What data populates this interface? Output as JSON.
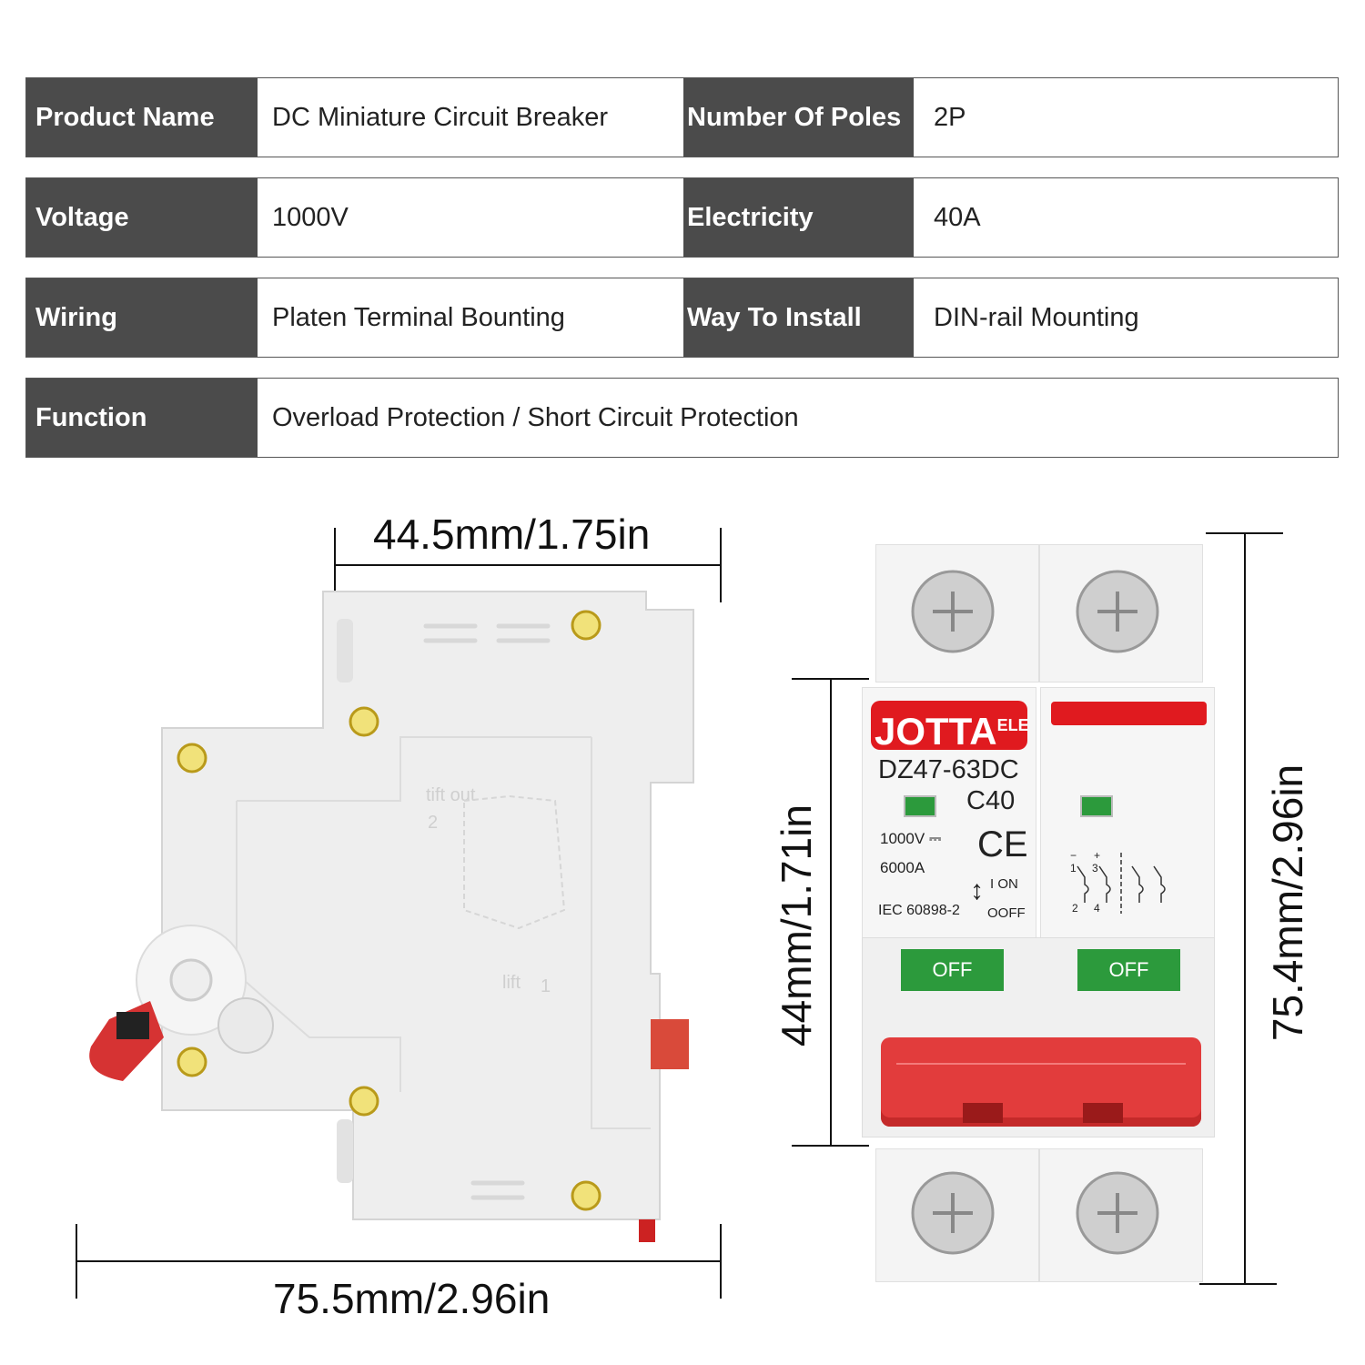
{
  "specs": [
    {
      "label": "Product Name",
      "value": "DC Miniature Circuit Breaker",
      "label2": "Number Of Poles",
      "value2": "2P"
    },
    {
      "label": "Voltage",
      "value": "1000V",
      "label2": "Electricity",
      "value2": "40A"
    },
    {
      "label": "Wiring",
      "value": "Platen Terminal Bounting",
      "label2": "Way To Install",
      "value2": "DIN-rail Mounting"
    },
    {
      "label": "Function",
      "value": "Overload Protection / Short Circuit Protection"
    }
  ],
  "dimensions": {
    "depth": "44.5mm/1.75in",
    "length_side": "75.5mm/2.96in",
    "front_height": "44mm/1.71in",
    "height": "75.4mm/2.96in"
  },
  "side_view": {
    "embossed_1": "tift out",
    "embossed_2": "2",
    "embossed_3": "lift",
    "embossed_4": "1"
  },
  "breaker_label": {
    "brand": "JOTTA",
    "brand_suffix": "ELE",
    "model": "DZ47-63DC",
    "rating": "C40",
    "voltage": "1000V ⎓",
    "breaking_capacity": "6000A",
    "standard": "IEC 60898-2",
    "ce_mark": "CE",
    "on_text": "I ON",
    "off_text": "OOFF",
    "switch_state_1": "OFF",
    "switch_state_2": "OFF",
    "terminals": [
      "1",
      "3",
      "2",
      "4"
    ],
    "polarity": [
      "−",
      "+"
    ]
  },
  "colors": {
    "label_bg": "#4b4b4b",
    "brand_red": "#e01a1f",
    "indicator_green": "#2c9a3c",
    "handle_red": "#e23c3c"
  }
}
